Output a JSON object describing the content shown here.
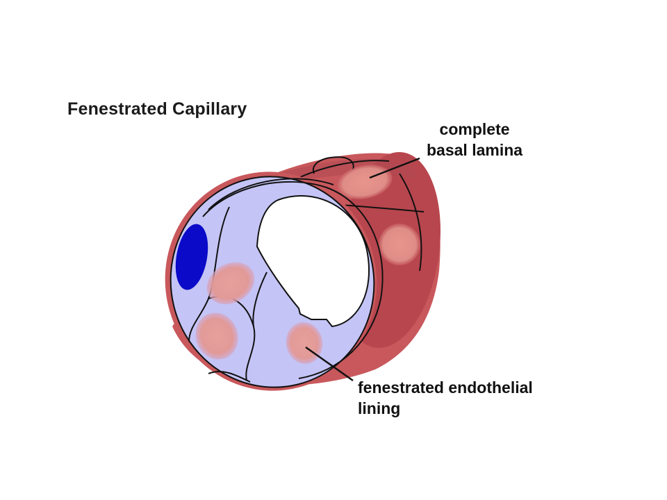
{
  "diagram": {
    "title": "Fenestrated Capillary",
    "labels": {
      "basal_lamina": [
        "complete",
        "basal lamina"
      ],
      "endothelial_lining": [
        "fenestrated endothelial",
        "lining"
      ]
    },
    "colors": {
      "basal_lamina": "#c8585c",
      "basal_lamina_dark": "#b04a52",
      "endothelium": "#c4c4f6",
      "fenestration": "#e29a98",
      "nucleus": "#0a0ac8",
      "lumen": "#ffffff",
      "outline": "#111111"
    }
  }
}
